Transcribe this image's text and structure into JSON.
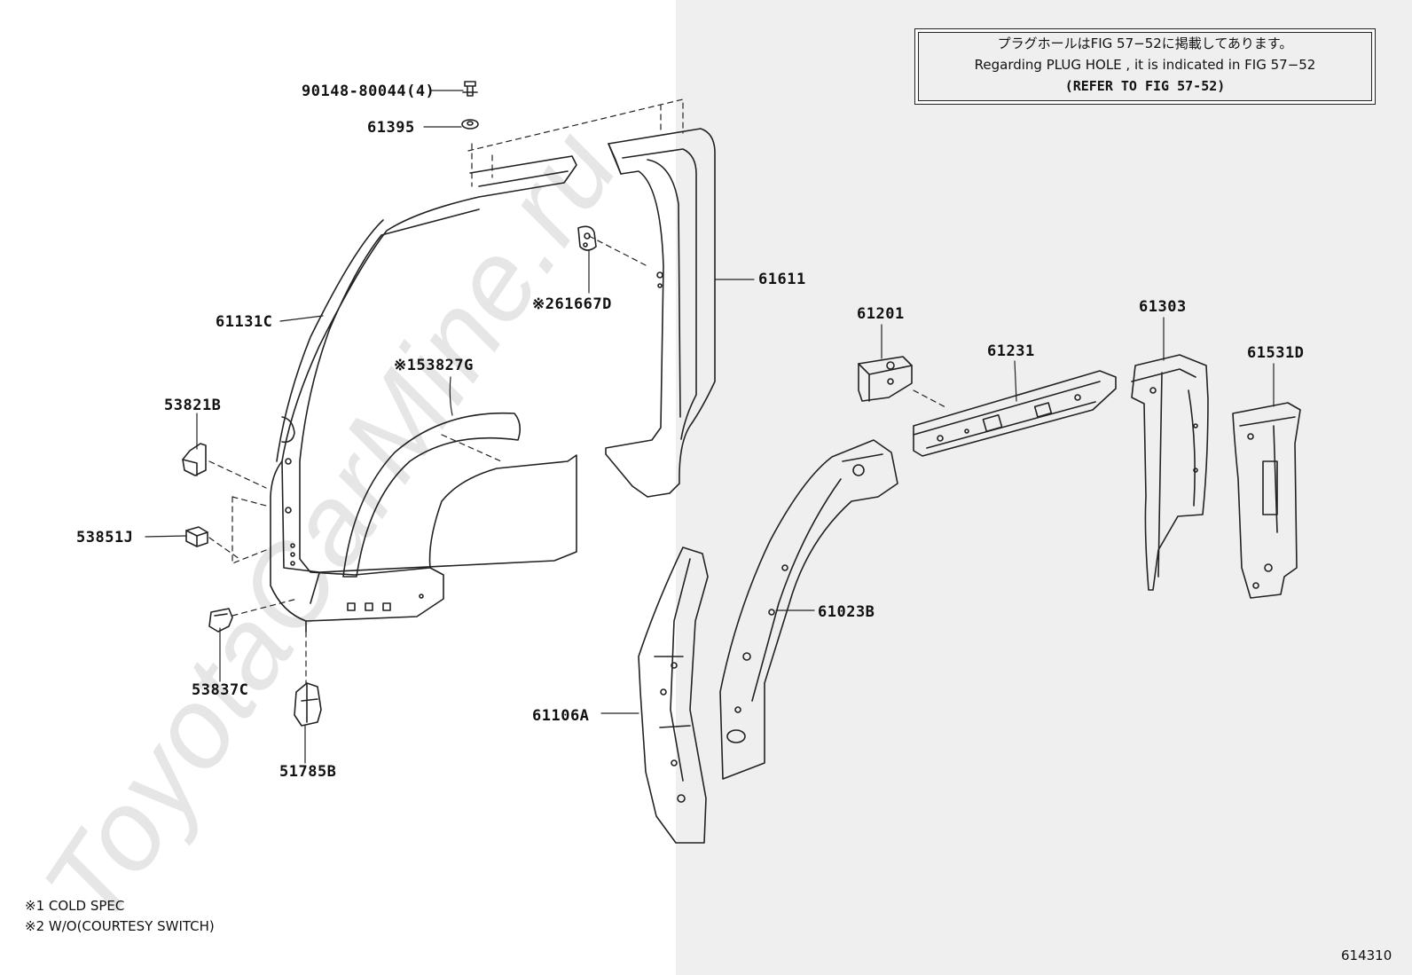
{
  "watermark": "ToyotaCarMine.ru",
  "note": {
    "line_ja": "プラグホールはFIG 57−52に掲載してあります。",
    "line_en": "Regarding PLUG HOLE , it is indicated in FIG 57−52",
    "line_ref": "(REFER TO FIG 57-52)"
  },
  "parts": {
    "p90148": "90148-80044(4)",
    "p61395": "61395",
    "p61611": "61611",
    "p61667D": "※261667D",
    "p61131C": "61131C",
    "p53827G": "※153827G",
    "p53821B": "53821B",
    "p53851J": "53851J",
    "p53837C": "53837C",
    "p51785B": "51785B",
    "p61201": "61201",
    "p61231": "61231",
    "p61303": "61303",
    "p61531D": "61531D",
    "p61023B": "61023B",
    "p61106A": "61106A"
  },
  "footnotes": {
    "note1": "※1 COLD SPEC",
    "note2": "※2 W/O(COURTESY SWITCH)"
  },
  "figure_number": "614310"
}
